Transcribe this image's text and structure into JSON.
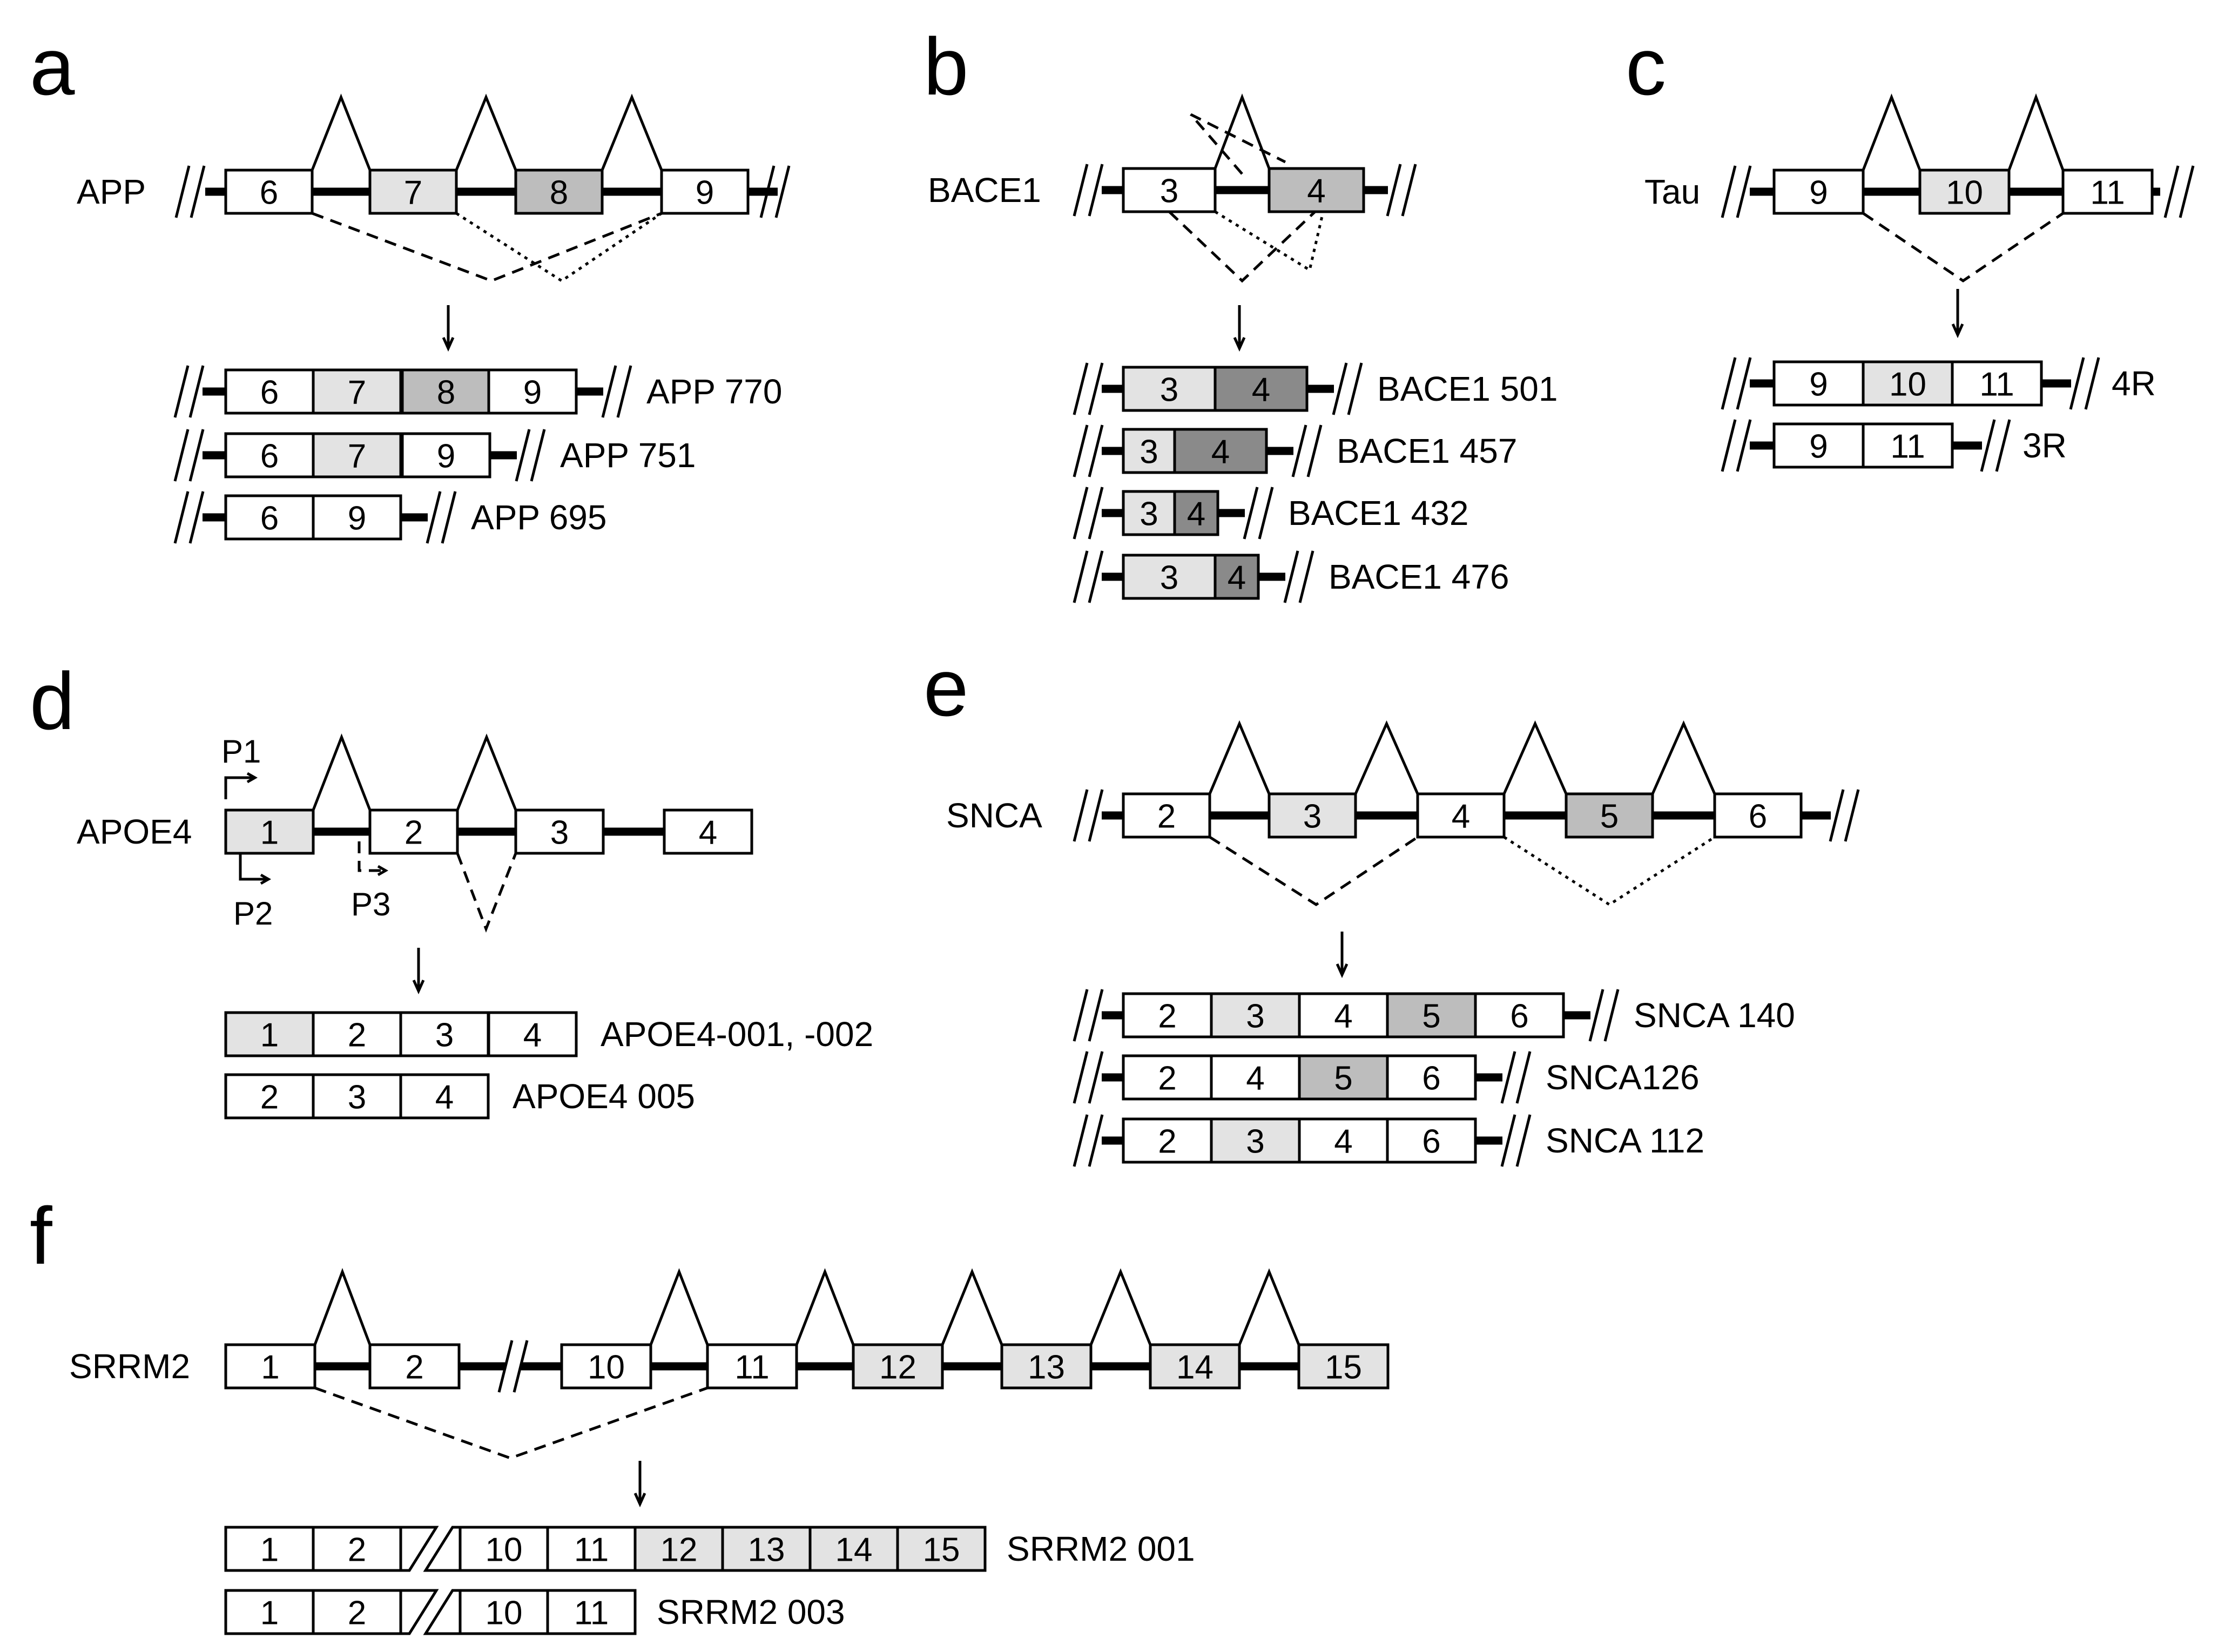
{
  "colors": {
    "white": "#ffffff",
    "light": "#e3e3e3",
    "medium": "#bdbdbd",
    "dark": "#8a8a8a"
  },
  "panels": [
    {
      "label": "a",
      "gene": "APP",
      "exons": [
        "6",
        "7",
        "8",
        "9"
      ],
      "isoforms": [
        {
          "name": "APP 770",
          "exons": [
            "6",
            "7",
            "8",
            "9"
          ]
        },
        {
          "name": "APP 751",
          "exons": [
            "6",
            "7",
            "9"
          ]
        },
        {
          "name": "APP 695",
          "exons": [
            "6",
            "9"
          ]
        }
      ]
    },
    {
      "label": "b",
      "gene": "BACE1",
      "exons": [
        "3",
        "4"
      ],
      "isoforms": [
        {
          "name": "BACE1 501",
          "exons": [
            "3",
            "4"
          ]
        },
        {
          "name": "BACE1 457",
          "exons": [
            "3",
            "4"
          ]
        },
        {
          "name": "BACE1 432",
          "exons": [
            "3",
            "4"
          ]
        },
        {
          "name": "BACE1 476",
          "exons": [
            "3",
            "4"
          ]
        }
      ]
    },
    {
      "label": "c",
      "gene": "Tau",
      "exons": [
        "9",
        "10",
        "11"
      ],
      "isoforms": [
        {
          "name": "4R",
          "exons": [
            "9",
            "10",
            "11"
          ]
        },
        {
          "name": "3R",
          "exons": [
            "9",
            "11"
          ]
        }
      ]
    },
    {
      "label": "d",
      "gene": "APOE4",
      "exons": [
        "1",
        "2",
        "3",
        "4"
      ],
      "promoters": [
        "P1",
        "P2",
        "P3"
      ],
      "isoforms": [
        {
          "name": "APOE4-001, -002",
          "exons": [
            "1",
            "2",
            "3",
            "4"
          ]
        },
        {
          "name": "APOE4 005",
          "exons": [
            "2",
            "3",
            "4"
          ]
        }
      ]
    },
    {
      "label": "e",
      "gene": "SNCA",
      "exons": [
        "2",
        "3",
        "4",
        "5",
        "6"
      ],
      "isoforms": [
        {
          "name": "SNCA 140",
          "exons": [
            "2",
            "3",
            "4",
            "5",
            "6"
          ]
        },
        {
          "name": "SNCA126",
          "exons": [
            "2",
            "4",
            "5",
            "6"
          ]
        },
        {
          "name": "SNCA 112",
          "exons": [
            "2",
            "3",
            "4",
            "6"
          ]
        }
      ]
    },
    {
      "label": "f",
      "gene": "SRRM2",
      "exons": [
        "1",
        "2",
        "10",
        "11",
        "12",
        "13",
        "14",
        "15"
      ],
      "isoforms": [
        {
          "name": "SRRM2 001",
          "exons": [
            "1",
            "2",
            "10",
            "11",
            "12",
            "13",
            "14",
            "15"
          ]
        },
        {
          "name": "SRRM2 003",
          "exons": [
            "1",
            "2",
            "10",
            "11"
          ]
        }
      ]
    }
  ]
}
